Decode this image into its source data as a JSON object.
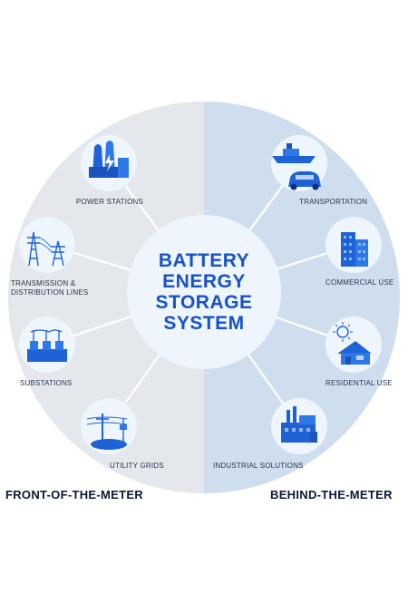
{
  "center": {
    "line1": "BATTERY",
    "line2": "ENERGY",
    "line3": "STORAGE",
    "line4": "SYSTEM"
  },
  "front": {
    "heading": "FRONT-OF-THE-METER",
    "items": [
      {
        "label": "POWER STATIONS",
        "icon": "power-station-icon"
      },
      {
        "label_line1": "TRANSMISSION &",
        "label_line2": "DISTRIBUTION LINES",
        "icon": "transmission-tower-icon"
      },
      {
        "label": "SUBSTATIONS",
        "icon": "substation-icon"
      },
      {
        "label": "UTILITY GRIDS",
        "icon": "utility-pole-icon"
      }
    ]
  },
  "behind": {
    "heading": "BEHIND-THE-METER",
    "items": [
      {
        "label": "TRANSPORTATION",
        "icon": "ship-and-car-icon"
      },
      {
        "label": "COMMERCIAL USE",
        "icon": "office-building-icon"
      },
      {
        "label": "RESIDENTIAL USE",
        "icon": "solar-house-icon"
      },
      {
        "label": "INDUSTRIAL SOLUTIONS",
        "icon": "factory-icon"
      }
    ]
  },
  "colors": {
    "left_half": "#e4e7ec",
    "right_half": "#cfdeee",
    "node_fill": "#eef5fc",
    "accent_blue": "#1e63d6",
    "title_blue": "#1652c8"
  }
}
